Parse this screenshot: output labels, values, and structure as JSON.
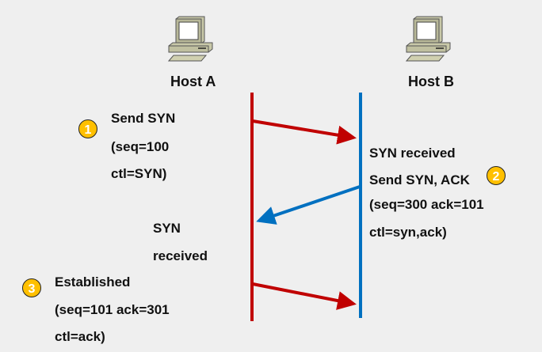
{
  "hosts": [
    {
      "label": "Host A",
      "icon": "computer-icon",
      "line_color": "#c00000"
    },
    {
      "label": "Host B",
      "icon": "computer-icon",
      "line_color": "#0070c0"
    }
  ],
  "steps": [
    {
      "number": "1",
      "lines": [
        "Send SYN",
        "(seq=100",
        "ctl=SYN)"
      ],
      "arrow": {
        "from": "Host A",
        "to": "Host B",
        "color": "#c00000"
      }
    },
    {
      "number": "2",
      "lines": [
        "SYN received",
        "Send SYN, ACK",
        "(seq=300 ack=101",
        "ctl=syn,ack)"
      ],
      "arrow": {
        "from": "Host B",
        "to": "Host A",
        "color": "#0070c0"
      }
    },
    {
      "number": "3",
      "lines": [
        "Established",
        "(seq=101 ack=301",
        "ctl=ack)"
      ],
      "arrow": {
        "from": "Host A",
        "to": "Host B",
        "color": "#c00000"
      }
    }
  ],
  "host_a_note": [
    "SYN",
    "received"
  ],
  "colors": {
    "badge": "#ffc000",
    "background": "#efefef"
  }
}
